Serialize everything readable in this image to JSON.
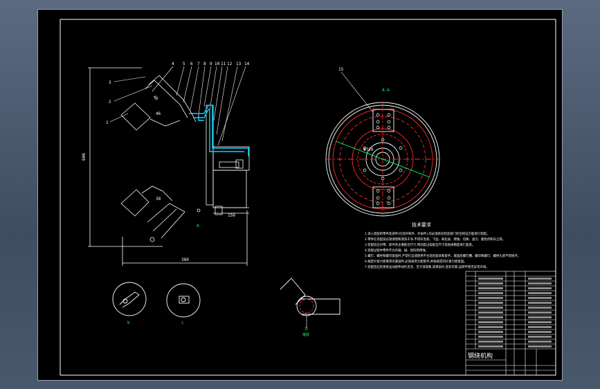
{
  "sheet": {
    "title_block_name": "钢绕机构",
    "tech_title": "技术要求"
  },
  "main_view": {
    "part_numbers": [
      "1",
      "2",
      "3",
      "4",
      "5",
      "6",
      "7",
      "8",
      "9",
      "10",
      "11",
      "12",
      "13",
      "14"
    ],
    "dim_vertical": "606",
    "dim_horizontal": "380",
    "dim_small": "150",
    "dim_a1": "40",
    "dim_a2": "38",
    "dim_b": "46",
    "label_a": "A"
  },
  "top_view": {
    "balloon": "15",
    "label": "A-A",
    "dim_dia": "Φ720"
  },
  "detail_views": {
    "b_label": "b",
    "c_label": "c",
    "d_label": "D",
    "d_sub": "缩放"
  },
  "tech_notes": [
    "1.进入装配的零件及部件(包括外购件、外协件),均必须具有检验部门的合格证方能进行装配。",
    "2.零件在装配前必须清理和清洗干净,不得有毛刺、飞边、氧化皮、锈蚀、切屑、油污、着色剂和灰尘等。",
    "3.装配前应对零、部件的主要配合尺寸,特别是过盈配合尺寸及相关精度进行复查。",
    "4.装配过程中零件不允许磕、碰、划伤和锈蚀。",
    "5.螺钉、螺栓和螺母紧固时,严禁打击或使用不合适的旋具和扳手。紧固后螺钉槽、螺母和螺钉、螺栓头部不得损坏。",
    "6.规定拧紧力矩要求的紧固件,必须采用力矩扳手,并按规定的拧紧力矩紧固。",
    "7.装配后应检查各运动部件动作灵活、无卡滞现象,润滑良好,密封可靠,运转平稳无异常声响。"
  ]
}
